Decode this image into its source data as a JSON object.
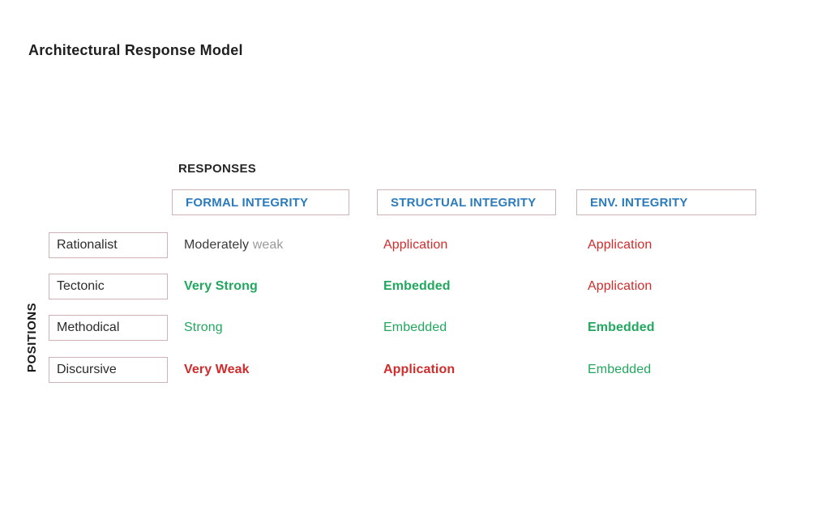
{
  "title": "Architectural Response Model",
  "axes": {
    "columns_label": "RESPONSES",
    "rows_label": "POSITIONS"
  },
  "colors": {
    "header_text": "#2b7bbd",
    "green": "#21a85e",
    "red": "#d02c2c",
    "gray": "#9a9a9a",
    "dark": "#3a3a3a",
    "box_border": "#ccb4b4"
  },
  "columns": [
    {
      "label": "FORMAL INTEGRITY"
    },
    {
      "label": "STRUCTUAL INTEGRITY"
    },
    {
      "label": "ENV. INTEGRITY"
    }
  ],
  "rows": [
    {
      "label": "Rationalist"
    },
    {
      "label": "Tectonic"
    },
    {
      "label": "Methodical"
    },
    {
      "label": "Discursive"
    }
  ],
  "chart_data": {
    "type": "table",
    "title": "Architectural Response Model",
    "row_axis": "POSITIONS",
    "column_axis": "RESPONSES",
    "categories": [
      "FORMAL INTEGRITY",
      "STRUCTUAL INTEGRITY",
      "ENV. INTEGRITY"
    ],
    "rows": [
      "Rationalist",
      "Tectonic",
      "Methodical",
      "Discursive"
    ],
    "values": [
      [
        "Moderately weak",
        "Application",
        "Application"
      ],
      [
        "Very Strong",
        "Embedded",
        "Application"
      ],
      [
        "Strong",
        "Embedded",
        "Embedded"
      ],
      [
        "Very Weak",
        "Application",
        "Embedded"
      ]
    ]
  },
  "cells": [
    [
      {
        "parts": [
          {
            "t": "Moderately",
            "c": "dark",
            "b": false
          },
          {
            "t": " weak",
            "c": "gray",
            "b": false
          }
        ]
      },
      {
        "parts": [
          {
            "t": "Application",
            "c": "red",
            "b": false
          }
        ]
      },
      {
        "parts": [
          {
            "t": "Application",
            "c": "red",
            "b": false
          }
        ]
      }
    ],
    [
      {
        "parts": [
          {
            "t": "Very Strong",
            "c": "green",
            "b": true
          }
        ]
      },
      {
        "parts": [
          {
            "t": "Embedded",
            "c": "green",
            "b": true
          }
        ]
      },
      {
        "parts": [
          {
            "t": "Application",
            "c": "red",
            "b": false
          }
        ]
      }
    ],
    [
      {
        "parts": [
          {
            "t": "Strong",
            "c": "green",
            "b": false
          }
        ]
      },
      {
        "parts": [
          {
            "t": "Embedded",
            "c": "green",
            "b": false
          }
        ]
      },
      {
        "parts": [
          {
            "t": "Embedded",
            "c": "green",
            "b": true
          }
        ]
      }
    ],
    [
      {
        "parts": [
          {
            "t": "Very Weak",
            "c": "red",
            "b": true
          }
        ]
      },
      {
        "parts": [
          {
            "t": "Application",
            "c": "red",
            "b": true
          }
        ]
      },
      {
        "parts": [
          {
            "t": "Embedded",
            "c": "green",
            "b": false
          }
        ]
      }
    ]
  ]
}
